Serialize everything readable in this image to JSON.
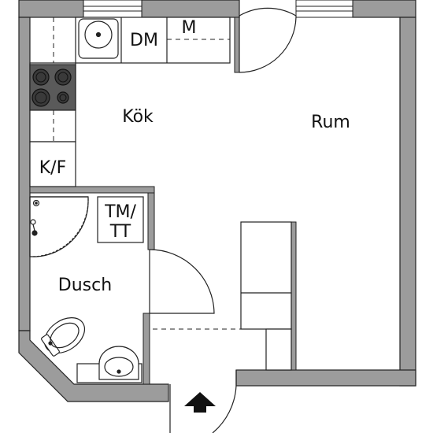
{
  "colors": {
    "wall": "#9c9c9c",
    "line": "#222222",
    "background": "#ffffff"
  },
  "labels": {
    "kitchen": "Kök",
    "room": "Rum",
    "shower": "Dusch",
    "dishwasher": "DM",
    "microwave": "M",
    "fridge_freezer": "K/F",
    "washer_dryer_top": "TM/",
    "washer_dryer_bottom": "TT"
  },
  "icons": [
    "sink-icon",
    "stove-icon",
    "shower-icon",
    "toilet-icon",
    "entrance-arrow-icon"
  ]
}
